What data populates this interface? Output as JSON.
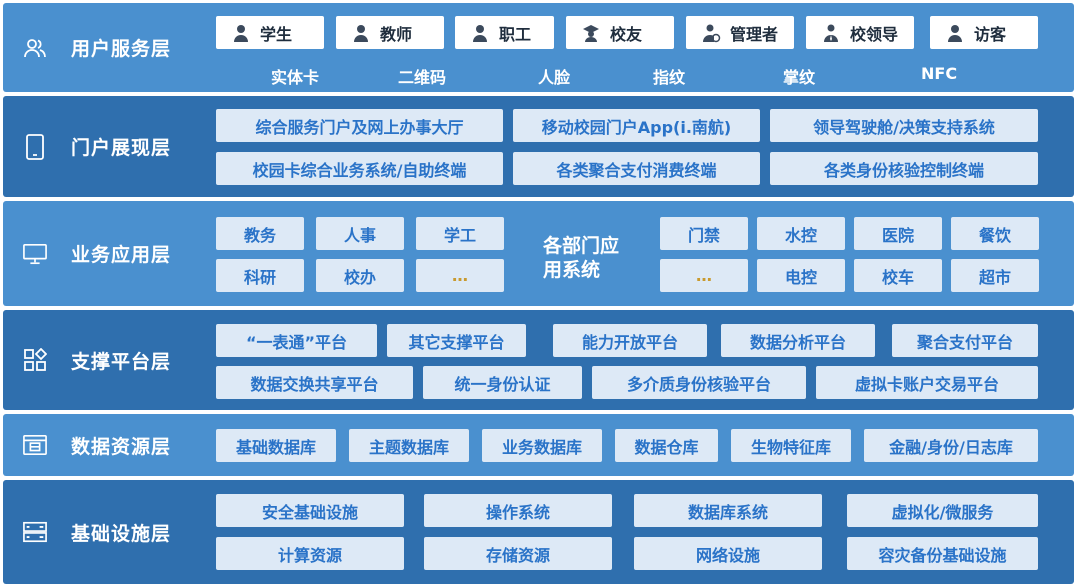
{
  "layers": {
    "user": {
      "title": "用户服务层",
      "users": [
        {
          "label": "学生",
          "icon": "student-icon"
        },
        {
          "label": "教师",
          "icon": "teacher-icon"
        },
        {
          "label": "职工",
          "icon": "staff-icon"
        },
        {
          "label": "校友",
          "icon": "alumni-icon"
        },
        {
          "label": "管理者",
          "icon": "manager-icon"
        },
        {
          "label": "校领导",
          "icon": "leader-icon"
        },
        {
          "label": "访客",
          "icon": "visitor-icon"
        }
      ],
      "methods": [
        "实体卡",
        "二维码",
        "人脸",
        "指纹",
        "掌纹",
        "NFC"
      ]
    },
    "portal": {
      "title": "门户展现层",
      "items": [
        "综合服务门户及网上办事大厅",
        "移动校园门户App(i.南航)",
        "领导驾驶舱/决策支持系统",
        "校园卡综合业务系统/自助终端",
        "各类聚合支付消费终端",
        "各类身份核验控制终端"
      ]
    },
    "business": {
      "title": "业务应用层",
      "left_items": [
        "教务",
        "人事",
        "学工",
        "科研",
        "校办",
        "…"
      ],
      "center_line1": "各部门应",
      "center_line2": "用系统",
      "right_items": [
        "门禁",
        "水控",
        "医院",
        "餐饮",
        "…",
        "电控",
        "校车",
        "超市"
      ]
    },
    "platform": {
      "title": "支撑平台层",
      "row1": [
        "“一表通”平台",
        "其它支撑平台",
        "能力开放平台",
        "数据分析平台",
        "聚合支付平台"
      ],
      "row2": [
        "数据交换共享平台",
        "统一身份认证",
        "多介质身份核验平台",
        "虚拟卡账户交易平台"
      ]
    },
    "data": {
      "title": "数据资源层",
      "items": [
        "基础数据库",
        "主题数据库",
        "业务数据库",
        "数据仓库",
        "生物特征库",
        "金融/身份/日志库"
      ]
    },
    "infra": {
      "title": "基础设施层",
      "items": [
        "安全基础设施",
        "操作系统",
        "数据库系统",
        "虚拟化/微服务",
        "计算资源",
        "存储资源",
        "网络设施",
        "容灾备份基础设施"
      ]
    }
  },
  "colors": {
    "layer_dark": "#2f6fae",
    "layer_mid": "#3b7fc0",
    "layer_light": "#4a90cf",
    "box_fill": "#dde9f6",
    "box_text": "#2a73c8"
  }
}
